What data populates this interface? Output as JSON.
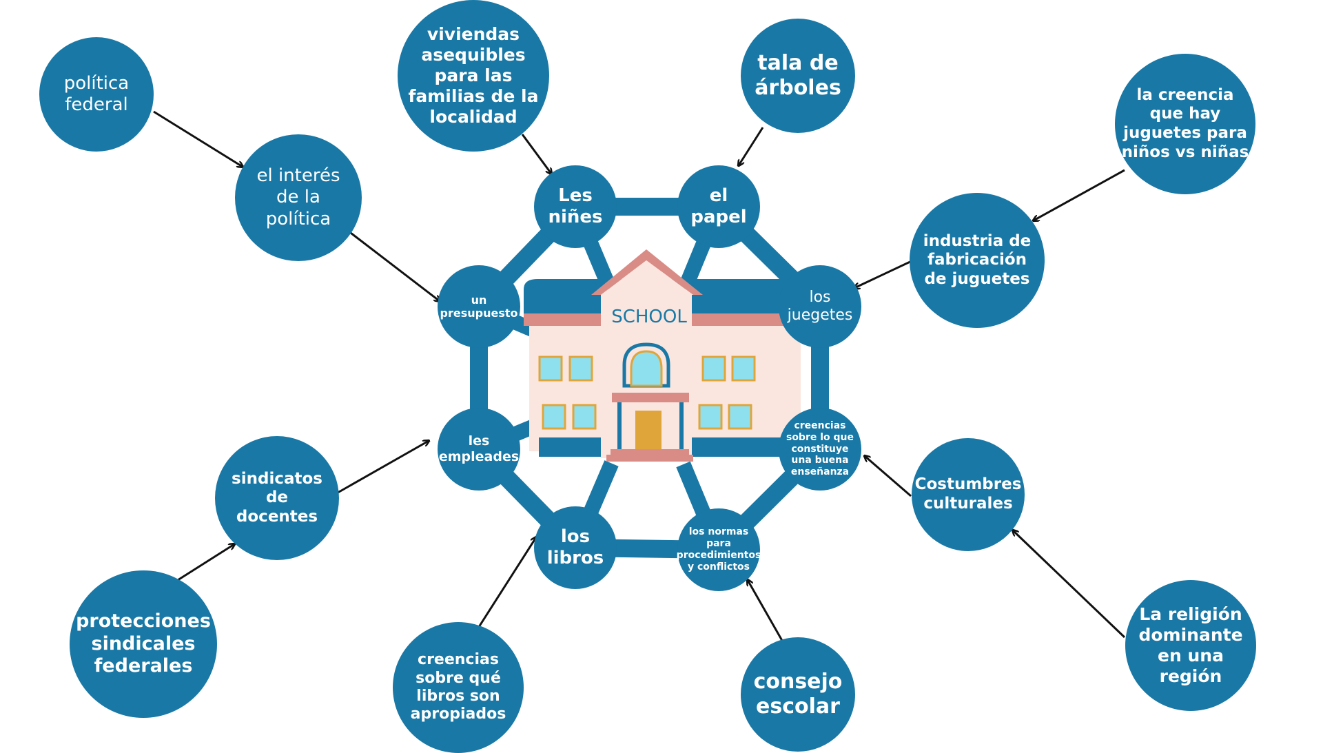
{
  "colors": {
    "node": "#1978a5",
    "text": "#ffffff",
    "arrow": "#111111",
    "ring": "#1978a5"
  },
  "center": {
    "school_sign": "SCHOOL"
  },
  "ring_nodes": [
    {
      "id": "ninos",
      "label": "Les\nniñes"
    },
    {
      "id": "papel",
      "label": "el\npapel"
    },
    {
      "id": "juguetes",
      "label": "los\njuegetes"
    },
    {
      "id": "creencias-ensenanza",
      "label": "creencias\nsobre lo que\nconstituye\nuna buena\nenseñanza"
    },
    {
      "id": "normas",
      "label": "los normas para\nprocedimientos\ny conflictos"
    },
    {
      "id": "libros",
      "label": "los\nlibros"
    },
    {
      "id": "empleados",
      "label": "les\nempleades"
    },
    {
      "id": "presupuesto",
      "label": "un\npresupuesto"
    }
  ],
  "outer_nodes": [
    {
      "id": "politica-federal",
      "label": "política\nfederal"
    },
    {
      "id": "interes-politica",
      "label": "el interés\nde la\npolítica"
    },
    {
      "id": "viviendas",
      "label": "viviendas\nasequibles\npara las\nfamilias de la\nlocalidad"
    },
    {
      "id": "tala",
      "label": "tala de\nárboles"
    },
    {
      "id": "creencia-juguetes",
      "label": "la creencia\nque hay\njuguetes para\nniños vs niñas"
    },
    {
      "id": "industria",
      "label": "industria de\nfabricación\nde juguetes"
    },
    {
      "id": "sindicatos",
      "label": "sindicatos\nde\ndocentes"
    },
    {
      "id": "protecciones",
      "label": "protecciones\nsindicales\nfederales"
    },
    {
      "id": "creencias-libros",
      "label": "creencias\nsobre qué\nlibros son\napropiados"
    },
    {
      "id": "consejo",
      "label": "consejo\nescolar"
    },
    {
      "id": "costumbres",
      "label": "Costumbres\nculturales"
    },
    {
      "id": "religion",
      "label": "La religión\ndominante\nen una\nregión"
    }
  ],
  "arrows": [
    {
      "from": "politica-federal",
      "to": "interes-politica"
    },
    {
      "from": "interes-politica",
      "to": "presupuesto"
    },
    {
      "from": "viviendas",
      "to": "ninos"
    },
    {
      "from": "tala",
      "to": "papel"
    },
    {
      "from": "creencia-juguetes",
      "to": "industria"
    },
    {
      "from": "industria",
      "to": "juguetes"
    },
    {
      "from": "sindicatos",
      "to": "empleados"
    },
    {
      "from": "protecciones",
      "to": "sindicatos"
    },
    {
      "from": "creencias-libros",
      "to": "libros"
    },
    {
      "from": "consejo",
      "to": "normas"
    },
    {
      "from": "costumbres",
      "to": "creencias-ensenanza"
    },
    {
      "from": "religion",
      "to": "costumbres"
    }
  ]
}
